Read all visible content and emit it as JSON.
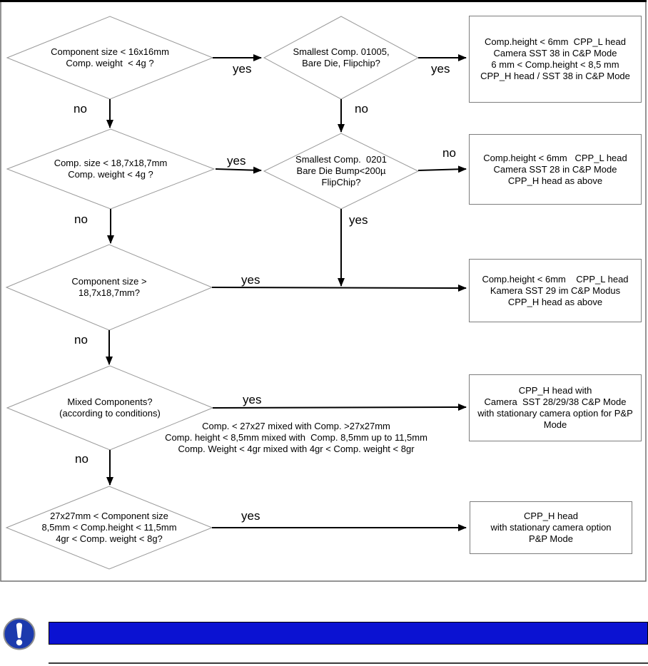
{
  "flowchart": {
    "label_yes": "yes",
    "label_no": "no",
    "diamonds": [
      {
        "lines": [
          "Component size < 16x16mm",
          "Comp. weight  < 4g ?"
        ]
      },
      {
        "lines": [
          "Smallest Comp. 01005,",
          "Bare Die, Flipchip?"
        ]
      },
      {
        "lines": [
          "Comp. size < 18,7x18,7mm",
          "Comp. weight < 4g ?"
        ]
      },
      {
        "lines": [
          "Smallest Comp.  0201",
          "Bare Die Bump<200µ",
          "FlipChip?"
        ]
      },
      {
        "lines": [
          "Component size >",
          "18,7x18,7mm?"
        ]
      },
      {
        "lines": [
          "Mixed Components?",
          "(according to conditions)"
        ]
      },
      {
        "lines": [
          "27x27mm < Component size",
          "8,5mm < Comp.height < 11,5mm",
          "4gr < Comp. weight < 8g?"
        ]
      }
    ],
    "boxes": [
      {
        "lines": [
          "Comp.height < 6mm  CPP_L head",
          "Camera SST 38 in C&P Mode",
          "6 mm < Comp.height < 8,5 mm",
          "CPP_H head / SST 38 in C&P Mode"
        ]
      },
      {
        "lines": [
          "Comp.height < 6mm   CPP_L head",
          "Camera SST 28 in C&P Mode",
          "CPP_H head as above"
        ]
      },
      {
        "lines": [
          "Comp.height < 6mm    CPP_L head",
          "Kamera SST 29 im C&P Modus",
          "CPP_H head as above"
        ]
      },
      {
        "lines": [
          "CPP_H head with",
          "Camera  SST 28/29/38 C&P Mode",
          "with stationary camera option for P&P",
          "Mode"
        ]
      },
      {
        "lines": [
          "CPP_H head",
          "with stationary camera option",
          "P&P Mode"
        ]
      }
    ],
    "mixed_conditions": [
      "Comp. < 27x27 mixed with Comp. >27x27mm",
      "Comp. height < 8,5mm mixed with  Comp. 8,5mm up to 11,5mm",
      "Comp. Weight < 4gr mixed with 4gr < Comp. weight < 8gr"
    ]
  },
  "note": {
    "icon": "mandatory-exclamation-icon",
    "bar_color": "#0b12d2",
    "icon_color": "#1c3aad"
  },
  "colors": {
    "shape_stroke": "#9a9a9a",
    "arrow": "#000000",
    "panel_border": "#707070"
  }
}
